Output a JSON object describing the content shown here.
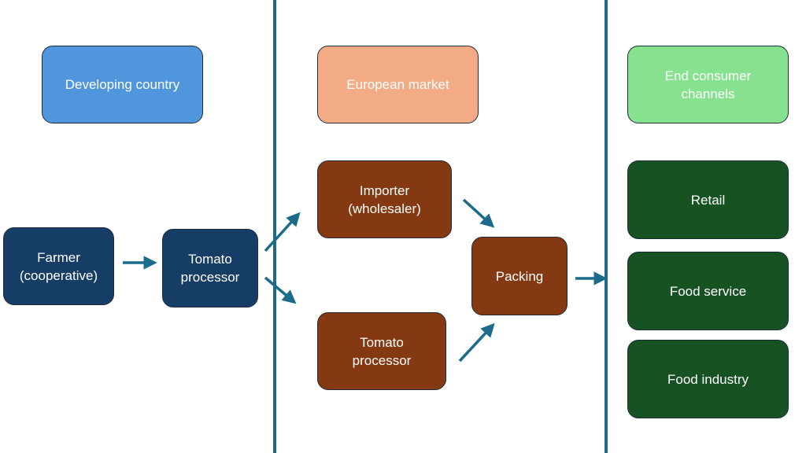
{
  "colors": {
    "divider": "#1b6b8a",
    "arrow": "#1b6b8a",
    "developing_header": "#4f96dc",
    "european_header": "#f2ab85",
    "consumer_header": "#86e28e",
    "developing_node": "#163d66",
    "european_node": "#843912",
    "consumer_node": "#165222"
  },
  "headers": {
    "developing": "Developing country",
    "european": "European market",
    "consumer": "End consumer\nchannels"
  },
  "developing_country": {
    "farmer": "Farmer\n(cooperative)",
    "processor": "Tomato\nprocessor"
  },
  "european_market": {
    "importer": "Importer\n(wholesaler)",
    "processor": "Tomato\nprocessor",
    "packing": "Packing"
  },
  "consumer_channels": {
    "retail": "Retail",
    "food_service": "Food service",
    "food_industry": "Food industry"
  }
}
